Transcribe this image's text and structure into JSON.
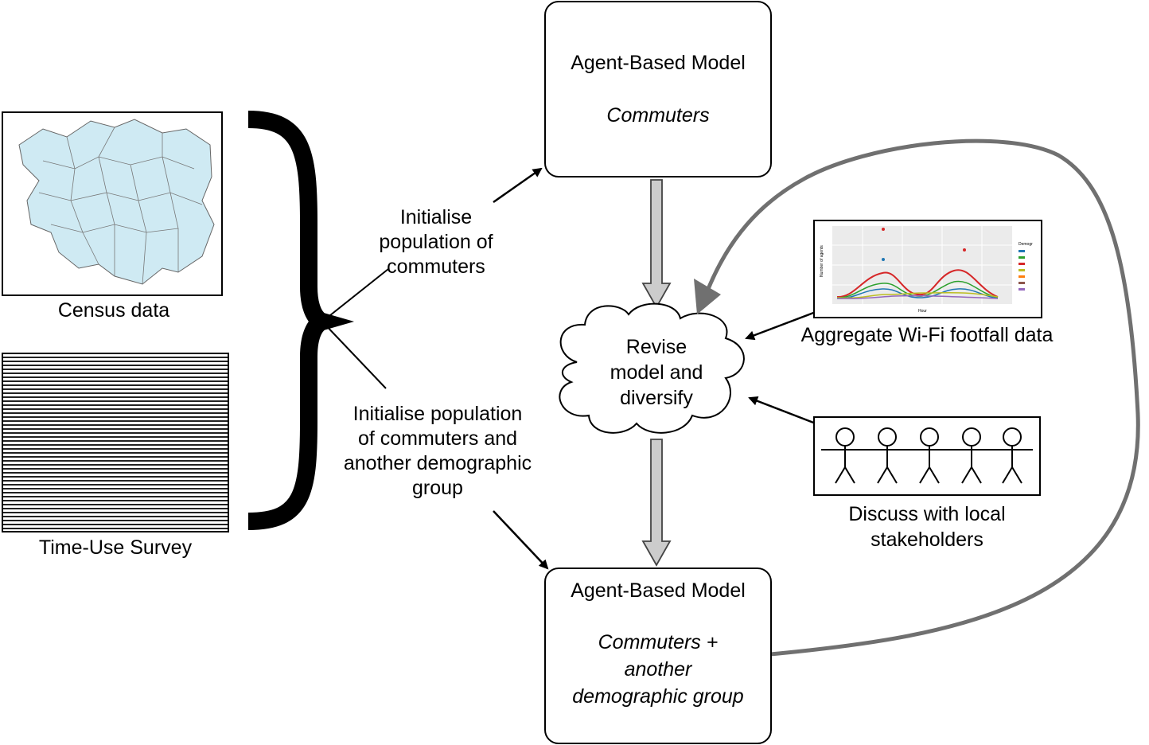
{
  "diagram": {
    "sources": {
      "census_label": "Census data",
      "survey_label": "Time-Use Survey"
    },
    "edges": {
      "init_commuters": [
        "Initialise",
        "population of",
        "commuters"
      ],
      "init_commuters_other": [
        "Initialise population",
        "of commuters and",
        "another demographic",
        "group"
      ]
    },
    "model_top": {
      "title": "Agent-Based Model",
      "subtitle": "Commuters"
    },
    "revise": [
      "Revise",
      "model and",
      "diversify"
    ],
    "wifi": {
      "label": "Aggregate Wi-Fi footfall data",
      "chart_ylabel": "Number of agents",
      "chart_xlabel": "Hour",
      "legend_title": "Demogr"
    },
    "stakeholders": {
      "label": [
        "Discuss with local",
        "stakeholders"
      ],
      "figure_count": 5
    },
    "model_bottom": {
      "title": "Agent-Based Model",
      "subtitle": [
        "Commuters +",
        "another",
        "demographic group"
      ]
    },
    "colors": {
      "map_fill": "#cfeaf3",
      "arrow_gray": "#cccccc",
      "loop_gray": "#707070",
      "chart_bg": "#ebebeb"
    }
  }
}
